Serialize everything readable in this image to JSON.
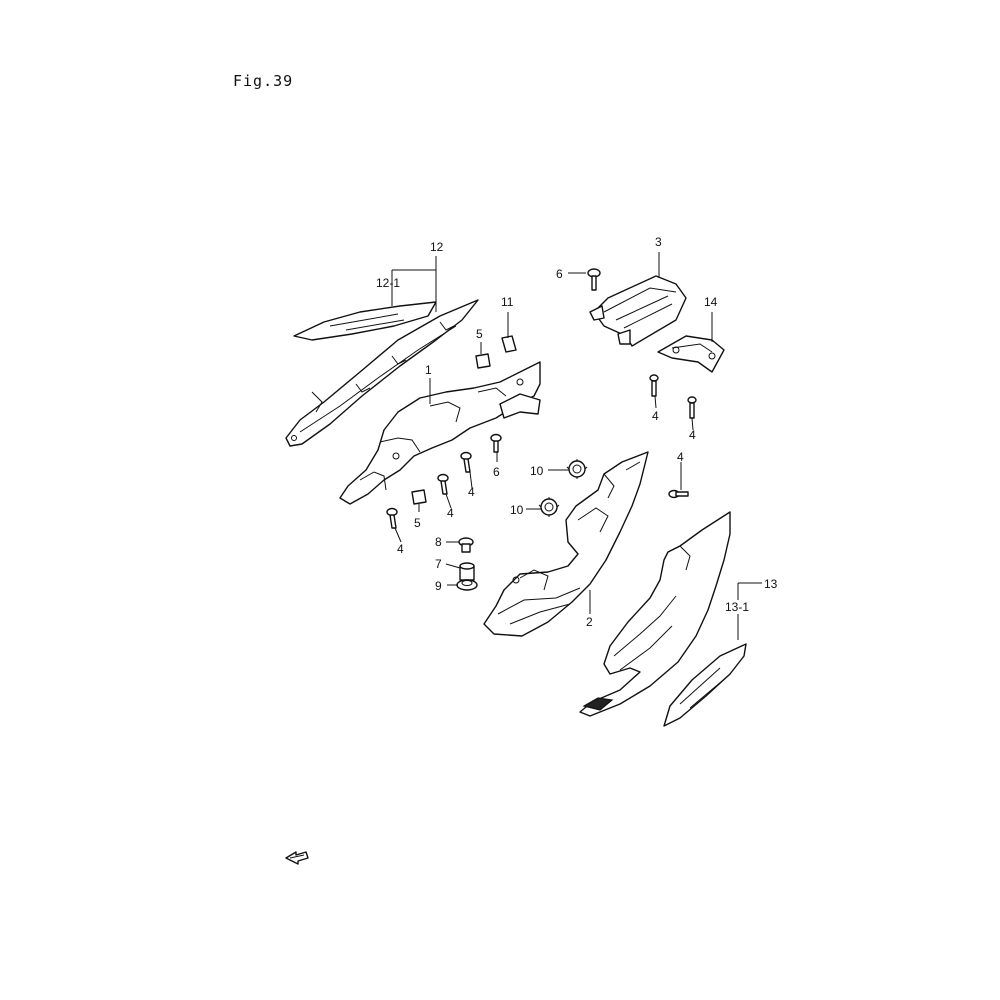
{
  "figure": {
    "title": "Fig.39"
  },
  "callouts": {
    "c1": "1",
    "c2": "2",
    "c3": "3",
    "c4a": "4",
    "c4b": "4",
    "c4c": "4",
    "c4d": "4",
    "c4e": "4",
    "c4f": "4",
    "c5a": "5",
    "c5b": "5",
    "c6a": "6",
    "c6b": "6",
    "c7": "7",
    "c8": "8",
    "c9": "9",
    "c10a": "10",
    "c10b": "10",
    "c11": "11",
    "c12": "12",
    "c12_1": "12-1",
    "c13": "13",
    "c13_1": "13-1",
    "c14": "14"
  },
  "icons": {
    "direction": "front-arrow-icon"
  }
}
